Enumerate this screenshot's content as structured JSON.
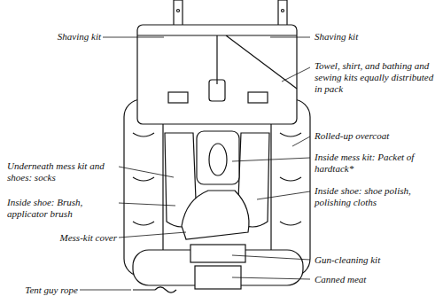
{
  "diagram": {
    "labels": [
      "Shaving kit",
      "Shaving kit",
      "Towel, shirt, and bathing and sewing kits equally distributed in pack",
      "Rolled-up overcoat",
      "Inside mess kit: Packet of hardtack*",
      "Underneath mess kit and shoes: socks",
      "Inside shoe: shoe polish, polishing cloths",
      "Inside shoe: Brush, applicator brush",
      "Mess-kit cover",
      "Gun-cleaning kit",
      "Canned meat",
      "Tent guy rope"
    ]
  }
}
